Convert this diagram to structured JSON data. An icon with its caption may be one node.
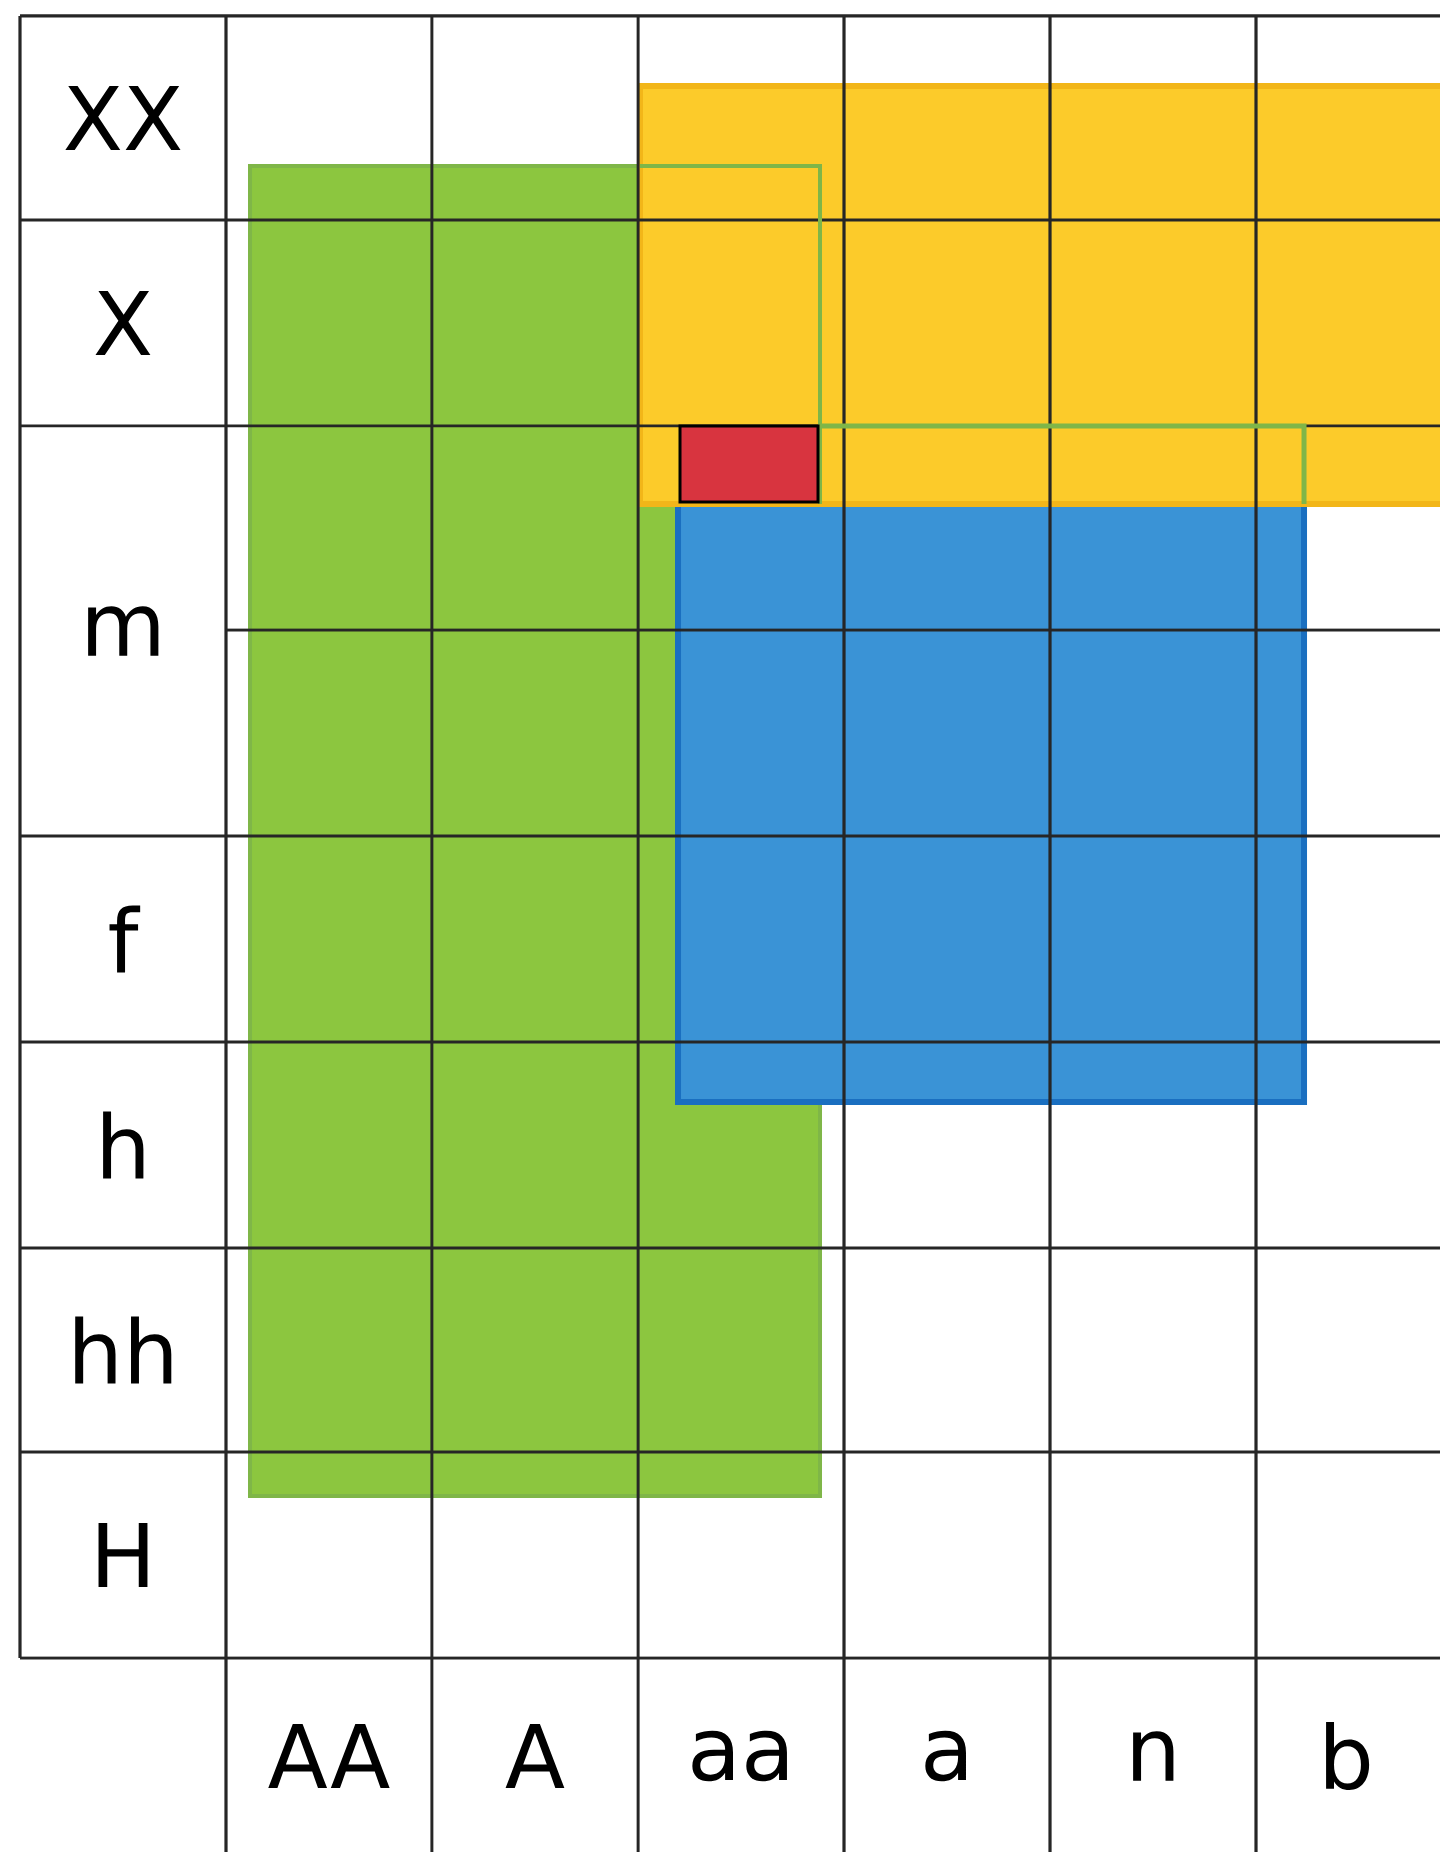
{
  "diagram": {
    "labels": [
      "XX",
      "X",
      "m",
      "f",
      "h",
      "hh",
      "H",
      "AA",
      "A",
      "aa",
      "a",
      "n",
      "b"
    ]
  }
}
